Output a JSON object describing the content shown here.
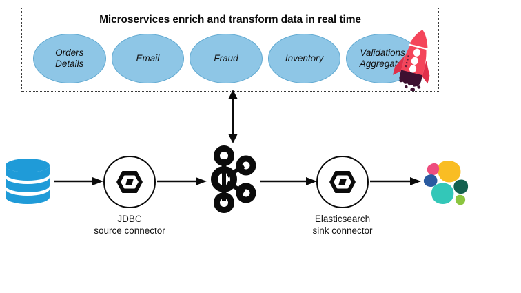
{
  "diagram": {
    "title": "Microservices enrich and transform data in real time",
    "microservices": [
      {
        "id": "orders-details",
        "label": "Orders\nDetails"
      },
      {
        "id": "email",
        "label": "Email"
      },
      {
        "id": "fraud",
        "label": "Fraud"
      },
      {
        "id": "inventory",
        "label": "Inventory"
      },
      {
        "id": "validations-aggregator",
        "label": "Validations\nAggregator"
      }
    ],
    "rocket": {
      "icon": "rocket-icon",
      "alt": "rocket"
    },
    "connection_arrow": {
      "icon": "double-headed-arrow-icon",
      "direction": "bidirectional"
    },
    "pipeline": [
      {
        "id": "database",
        "icon": "database-cylinder-icon",
        "label": ""
      },
      {
        "id": "jdbc-connector",
        "icon": "kafka-connect-icon",
        "label": "JDBC\nsource connector"
      },
      {
        "id": "kafka",
        "icon": "apache-kafka-icon",
        "label": ""
      },
      {
        "id": "es-connector",
        "icon": "kafka-connect-icon",
        "label": "Elasticsearch\nsink connector"
      },
      {
        "id": "elasticsearch",
        "icon": "elasticsearch-icon",
        "label": ""
      }
    ],
    "labels": {
      "jdbc_line1": "JDBC",
      "jdbc_line2": "source connector",
      "es_line1": "Elasticsearch",
      "es_line2": "sink connector"
    },
    "colors": {
      "ellipse_fill": "#8ec6e6",
      "ellipse_stroke": "#5fa8d0",
      "database_blue": "#1f9bd8",
      "database_blue_dark": "#0e86c4",
      "rocket_red": "#f4455a",
      "rocket_red_dark": "#e0304a",
      "rocket_exhaust": "#3d1030",
      "es_yellow": "#f9bd23",
      "es_pink": "#ee4d7e",
      "es_teal": "#33c7b8",
      "es_blue": "#2a5aa0",
      "es_green_dark": "#14614f",
      "es_green_light": "#8bc53f",
      "ink": "#0b0b0b",
      "dotted_border": "#3c3c3c",
      "background": "#ffffff"
    }
  }
}
